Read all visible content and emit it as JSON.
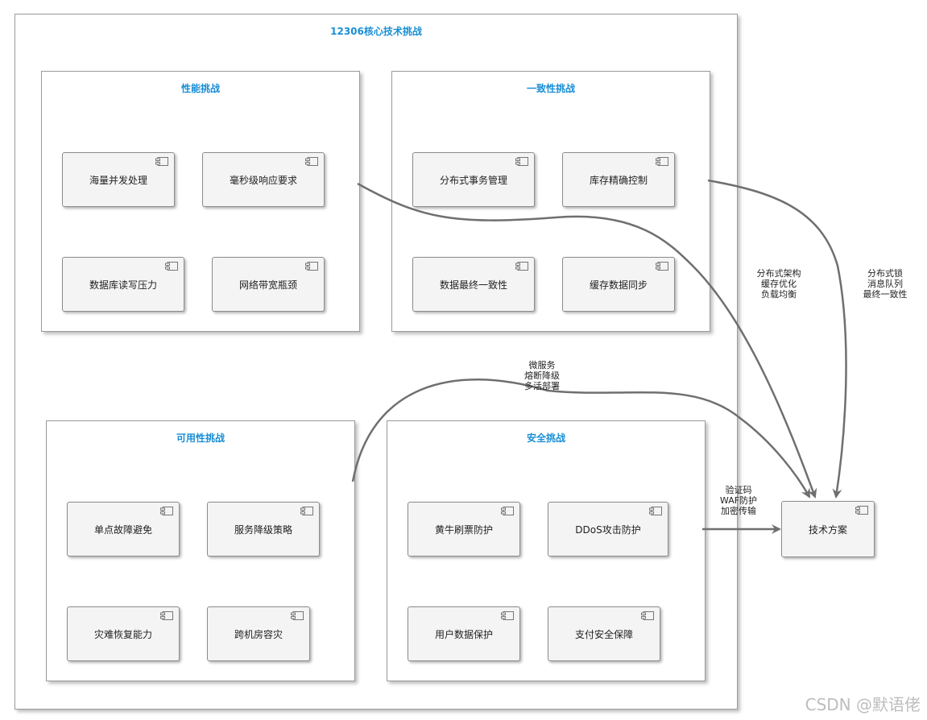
{
  "outer": {
    "title": "12306核心技术挑战"
  },
  "packages": {
    "performance": {
      "title": "性能挑战",
      "components": [
        "海量并发处理",
        "毫秒级响应要求",
        "数据库读写压力",
        "网络带宽瓶颈"
      ]
    },
    "consistency": {
      "title": "一致性挑战",
      "components": [
        "分布式事务管理",
        "库存精确控制",
        "数据最终一致性",
        "缓存数据同步"
      ]
    },
    "availability": {
      "title": "可用性挑战",
      "components": [
        "单点故障避免",
        "服务降级策略",
        "灾难恢复能力",
        "跨机房容灾"
      ]
    },
    "security": {
      "title": "安全挑战",
      "components": [
        "黄牛刷票防护",
        "DDoS攻击防护",
        "用户数据保护",
        "支付安全保障"
      ]
    }
  },
  "target": {
    "label": "技术方案"
  },
  "edges": {
    "performance": [
      "分布式架构",
      "缓存优化",
      "负载均衡"
    ],
    "consistency": [
      "分布式锁",
      "消息队列",
      "最终一致性"
    ],
    "availability": [
      "微服务",
      "熔断降级",
      "多活部署"
    ],
    "security": [
      "验证码",
      "WAF防护",
      "加密传输"
    ]
  },
  "watermark": "CSDN @默语佬"
}
